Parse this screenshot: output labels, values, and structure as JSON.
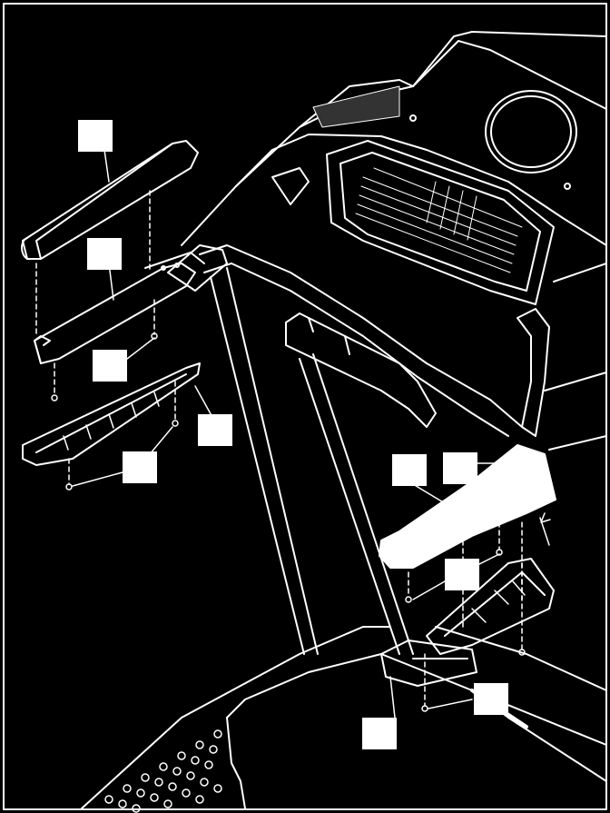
{
  "figure": {
    "type": "exploded-assembly-diagram",
    "background_color": "#000000",
    "line_color": "#ffffff"
  },
  "callouts": [
    {
      "id": "upper-tube-label",
      "text": ""
    },
    {
      "id": "handrail-tube-label",
      "text": ""
    },
    {
      "id": "upper-screw-label",
      "text": ""
    },
    {
      "id": "lower-cover-label",
      "text": ""
    },
    {
      "id": "lower-screw-label",
      "text": ""
    },
    {
      "id": "right-grip-label-a",
      "text": ""
    },
    {
      "id": "right-grip-label-b",
      "text": ""
    },
    {
      "id": "right-screw-label",
      "text": ""
    },
    {
      "id": "right-cover-label",
      "text": ""
    },
    {
      "id": "right-cap-label",
      "text": ""
    }
  ]
}
